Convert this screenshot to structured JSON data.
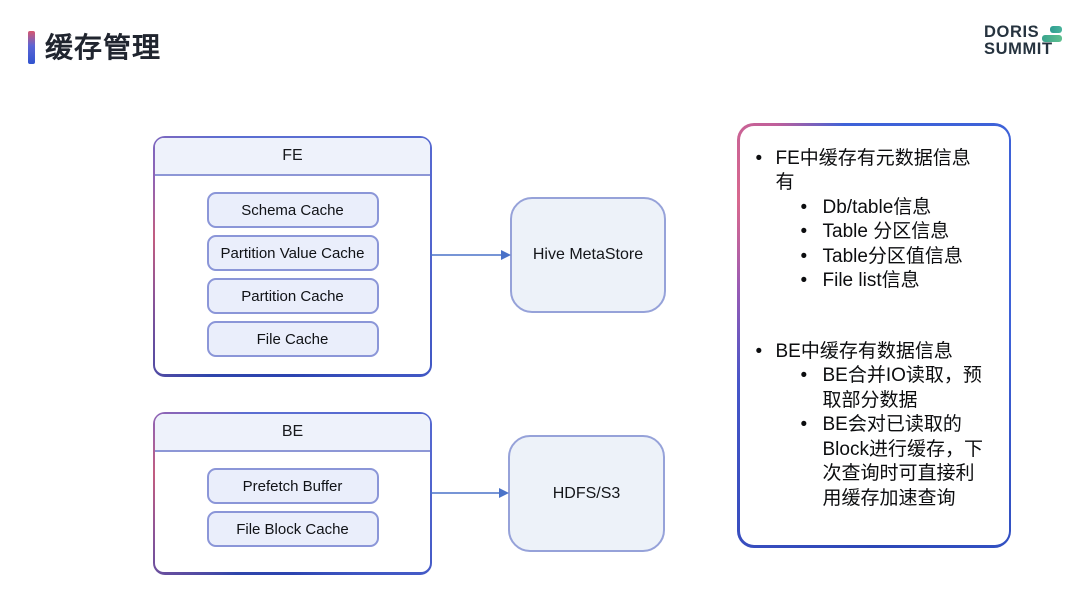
{
  "title": "缓存管理",
  "logo": {
    "line1": "DORIS",
    "line2": "SUMMIT",
    "icon": "stacked-layers-icon"
  },
  "diagram": {
    "fe": {
      "title": "FE",
      "caches": [
        "Schema Cache",
        "Partition Value Cache",
        "Partition Cache",
        "File Cache"
      ]
    },
    "be": {
      "title": "BE",
      "caches": [
        "Prefetch Buffer",
        "File Block Cache"
      ]
    },
    "hive": "Hive MetaStore",
    "storage": "HDFS/S3"
  },
  "notes": {
    "groups": [
      {
        "text": "FE中缓存有元数据信息有",
        "items": [
          "Db/table信息",
          "Table 分区信息",
          "Table分区值信息",
          "File list信息"
        ]
      },
      {
        "text": "BE中缓存有数据信息",
        "items": [
          "BE合并IO读取，预取部分数据",
          "BE会对已读取的Block进行缓存，下次查询时可直接利用缓存加速查询"
        ]
      }
    ]
  },
  "colors": {
    "accent_pink": "#d8688e",
    "accent_blue": "#3e62d8",
    "dark_blue": "#2c47b6",
    "box_border": "#8b96d8",
    "box_fill": "#eaeefb",
    "header_fill": "#eef2fb",
    "ext_fill": "#edf2f9",
    "arrow": "#4a72c8",
    "logo_teal": "#2f9d92",
    "logo_green": "#5fc08f",
    "text": "#0c0d0f"
  }
}
